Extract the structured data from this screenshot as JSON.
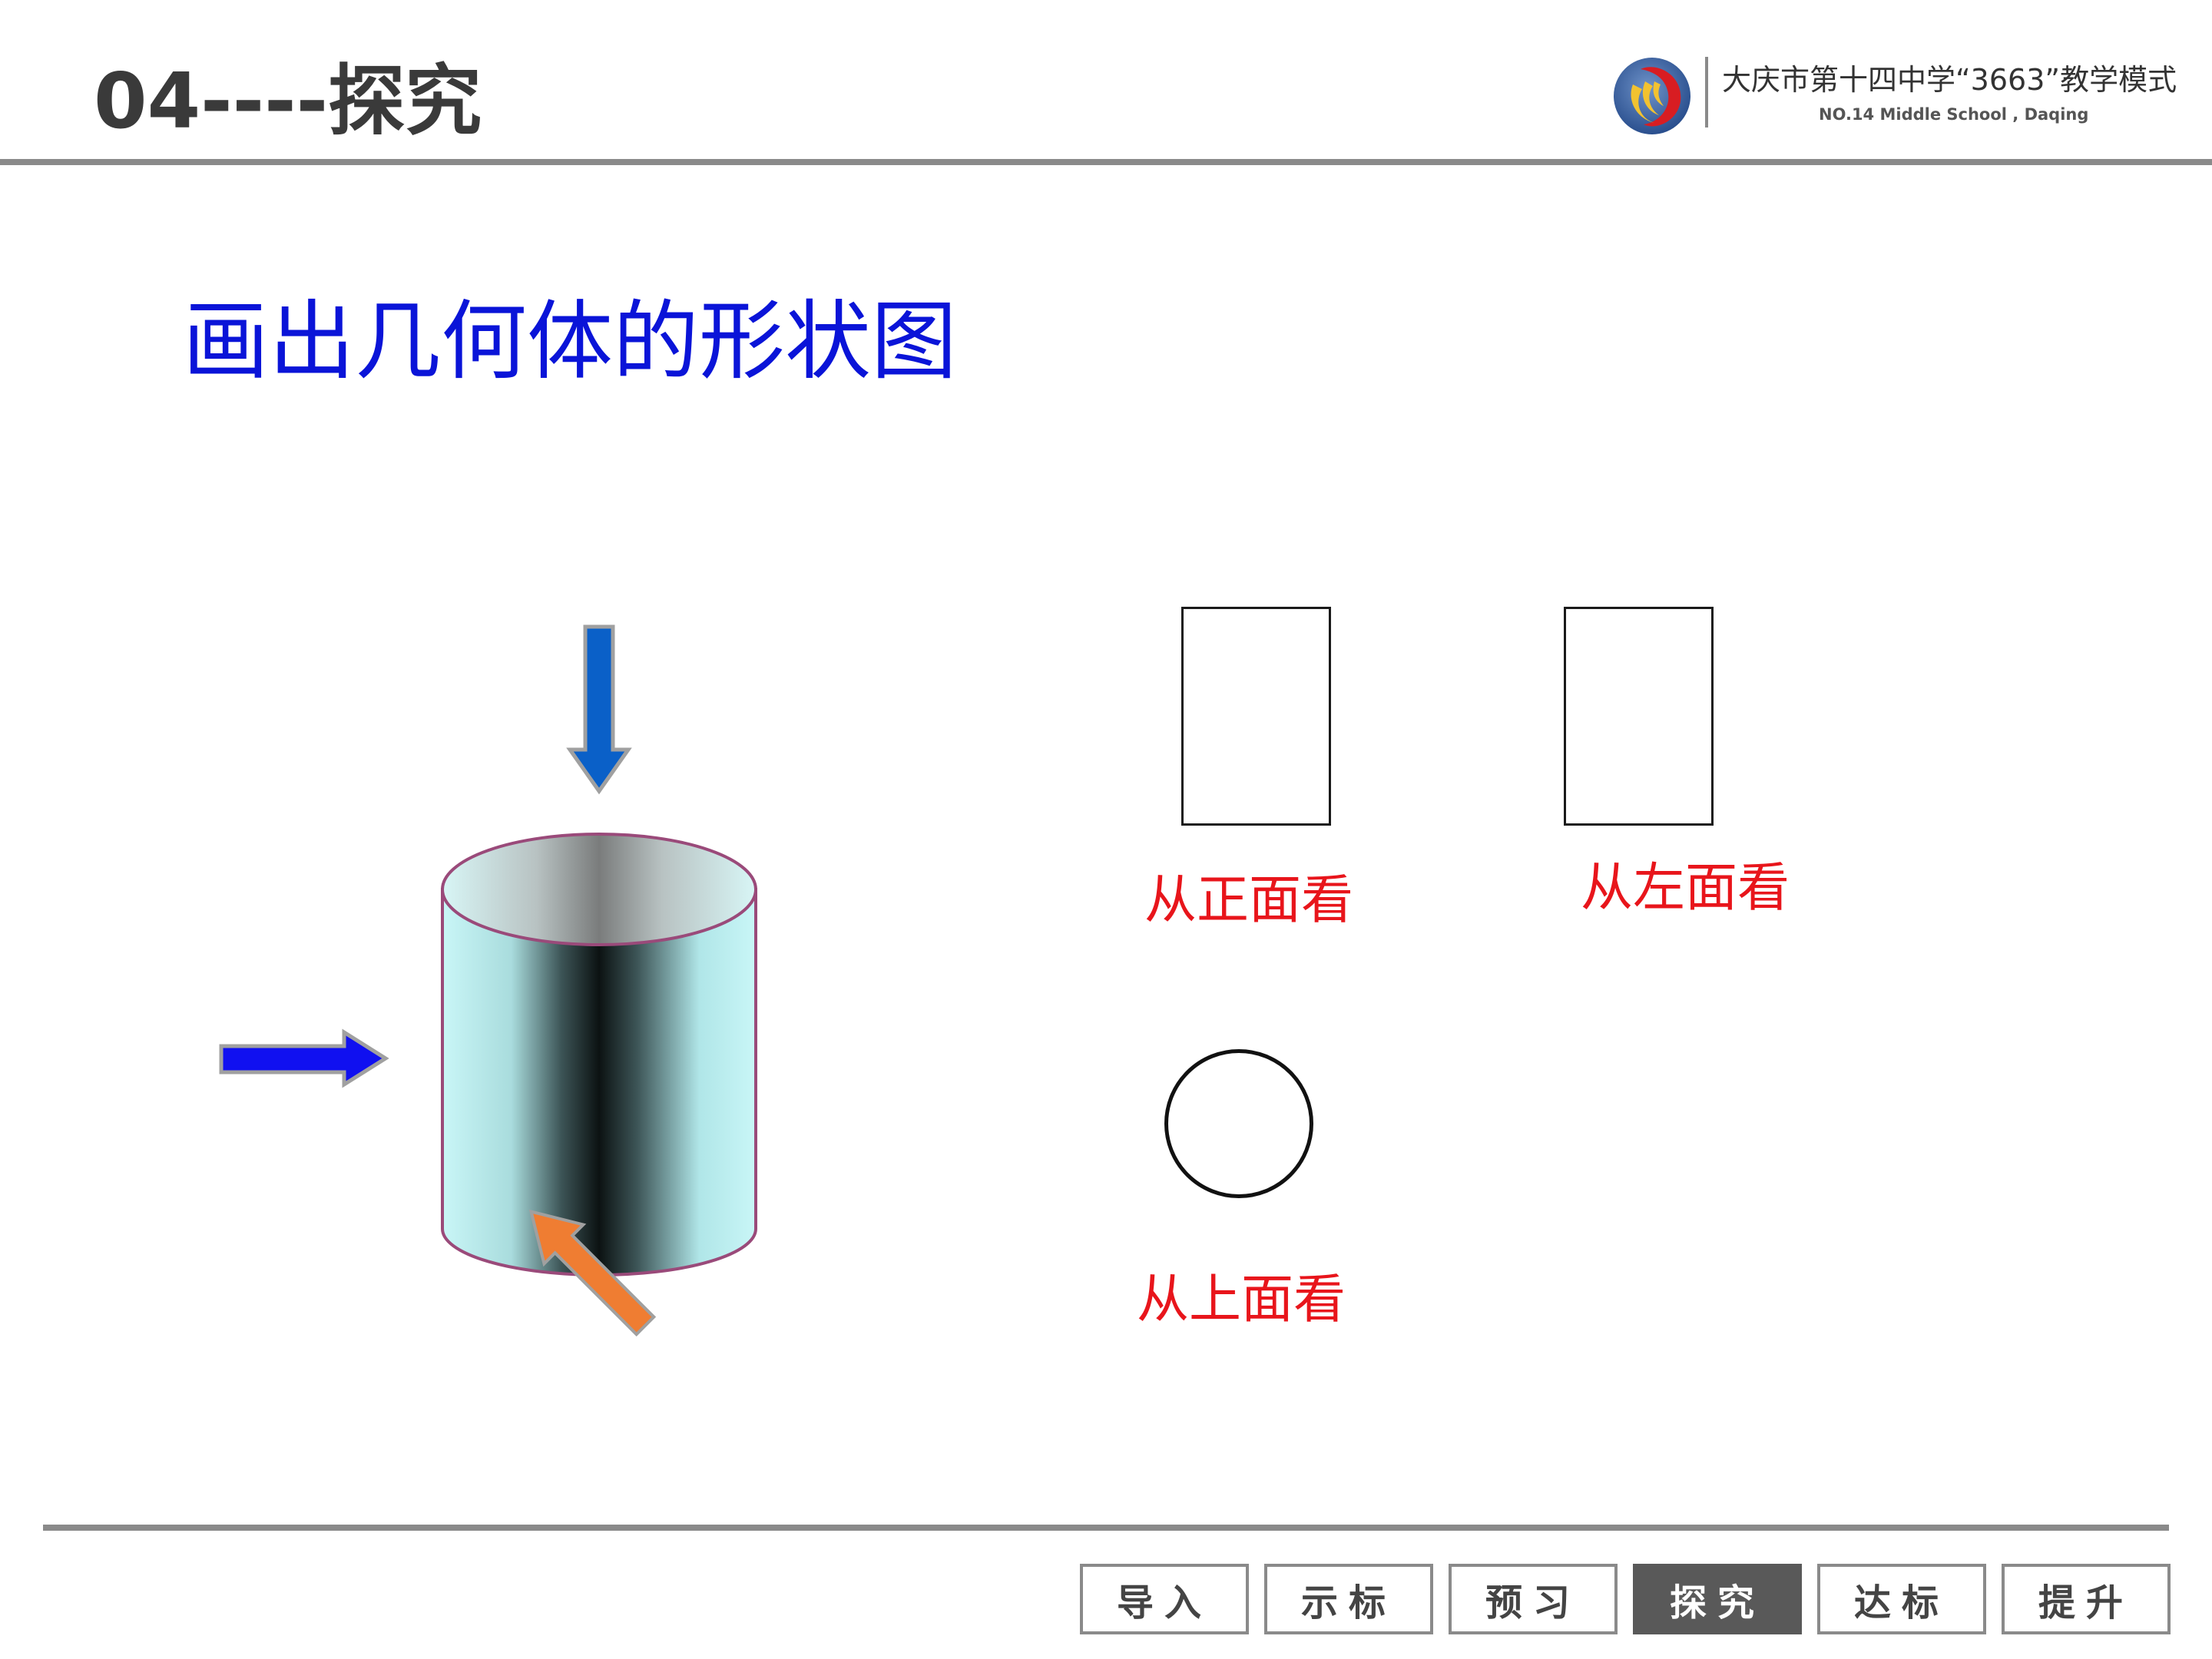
{
  "header": {
    "title": "04----探究",
    "school_name_cn": "大庆市第十四中学“3663”教学模式",
    "school_name_en": "NO.14 Middle School , Daqing",
    "logo_icon": "school-logo-icon"
  },
  "main": {
    "heading": "画出几何体的形状图",
    "arrow_colors": {
      "top": "#0a60c8",
      "front": "#1010f0",
      "side": "#ef7d32"
    },
    "views": {
      "front_label": "从正面看",
      "left_label": "从左面看",
      "top_label": "从上面看"
    },
    "label_color": "#e8151b",
    "heading_color": "#0a14d8"
  },
  "nav": {
    "tabs": [
      {
        "label": "导入",
        "active": false
      },
      {
        "label": "示标",
        "active": false
      },
      {
        "label": "预习",
        "active": false
      },
      {
        "label": "探究",
        "active": true
      },
      {
        "label": "达标",
        "active": false
      },
      {
        "label": "提升",
        "active": false
      }
    ]
  }
}
